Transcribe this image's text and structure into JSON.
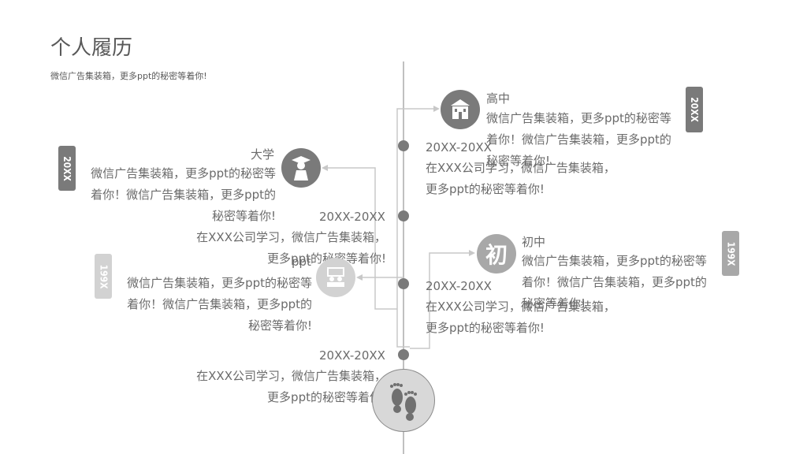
{
  "header": {
    "title": "个人履历",
    "subtitle": "微信广告集装箱，更多ppt的秘密等着你!"
  },
  "colors": {
    "dark": "#7a7a7a",
    "light": "#d2d2d2",
    "line": "#c0c0c0",
    "text": "#6b6b6b"
  },
  "stages": {
    "senior_high": {
      "label": "高中",
      "desc": [
        "微信广告集装箱，更多ppt的秘密等",
        "着你！微信广告集装箱，更多ppt的",
        "秘密等着你!"
      ],
      "tag": "20XX",
      "icon": "school-building-icon"
    },
    "university": {
      "label": "大学",
      "desc": [
        "微信广告集装箱，更多ppt的秘密等",
        "着你！微信广告集装箱，更多ppt的",
        "秘密等着你!"
      ],
      "tag": "20XX",
      "icon": "graduate-icon"
    },
    "junior_high": {
      "label": "初中",
      "glyph": "初",
      "desc": [
        "微信广告集装箱，更多ppt的秘密等",
        "着你！微信广告集装箱，更多ppt的",
        "秘密等着你!"
      ],
      "tag": "199X",
      "icon": "chu-character-icon"
    },
    "primary": {
      "label": "ppt",
      "desc": [
        "微信广告集装箱，更多ppt的秘密等",
        "着你！微信广告集装箱，更多ppt的",
        "秘密等着你!"
      ],
      "tag": "199X",
      "icon": "classroom-icon"
    }
  },
  "entries": [
    {
      "date": "20XX-20XX",
      "line1": "在XXX公司学习，微信广告集装箱，",
      "line2": "更多ppt的秘密等着你!"
    },
    {
      "date": "20XX-20XX",
      "line1": "在XXX公司学习，微信广告集装箱，",
      "line2": "更多ppt的秘密等着你!"
    },
    {
      "date": "20XX-20XX",
      "line1": "在XXX公司学习，微信广告集装箱，",
      "line2": "更多ppt的秘密等着你!"
    },
    {
      "date": "20XX-20XX",
      "line1": "在XXX公司学习，微信广告集装箱，",
      "line2": "更多ppt的秘密等着你!"
    }
  ],
  "footer_icon": "footprints-icon"
}
